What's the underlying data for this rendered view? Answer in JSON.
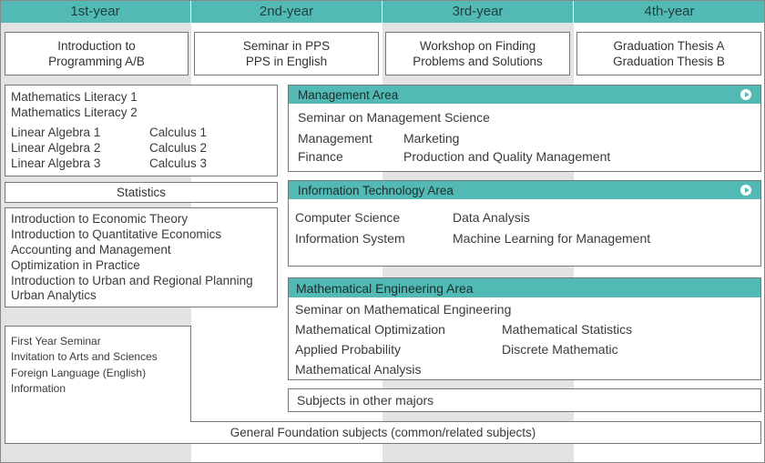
{
  "years": [
    "1st-year",
    "2nd-year",
    "3rd-year",
    "4th-year"
  ],
  "colors": {
    "header": "#52b9b4",
    "shade": "#e3e3e3",
    "border": "#777777"
  },
  "core": [
    [
      "Introduction to",
      "Programming A/B"
    ],
    [
      "Seminar in PPS",
      "PPS in English"
    ],
    [
      "Workshop on Finding",
      "Problems and Solutions"
    ],
    [
      "Graduation Thesis A",
      "Graduation Thesis B"
    ]
  ],
  "math_box": {
    "literacy": [
      "Mathematics Literacy 1",
      "Mathematics Literacy 2"
    ],
    "linear_algebra": [
      "Linear Algebra 1",
      "Linear Algebra 2",
      "Linear Algebra 3"
    ],
    "calculus": [
      "Calculus 1",
      "Calculus 2",
      "Calculus 3"
    ]
  },
  "statistics": "Statistics",
  "econ_list": [
    "Introduction to Economic Theory",
    "Introduction to Quantitative Economics",
    "Accounting and Management",
    "Optimization in Practice",
    "Introduction to Urban and Regional Planning",
    "Urban Analytics"
  ],
  "general_list": [
    "First Year Seminar",
    "Invitation to Arts and Sciences",
    "Foreign Language (English)",
    "Information"
  ],
  "management": {
    "title": "Management Area",
    "icon": "play-icon",
    "items": [
      "Seminar on Management Science",
      "Management",
      "Marketing",
      "Finance",
      "Production and Quality Management"
    ]
  },
  "it": {
    "title": "Information Technology Area",
    "icon": "play-icon",
    "items": [
      "Computer Science",
      "Data Analysis",
      "Information System",
      "Machine Learning for Management"
    ]
  },
  "math_eng": {
    "title": "Mathematical Engineering Area",
    "items": [
      "Seminar on Mathematical Engineering",
      "Mathematical Optimization",
      "Mathematical Statistics",
      "Applied Probability",
      "Discrete Mathematic",
      "Mathematical Analysis"
    ]
  },
  "other_majors": "Subjects in other majors",
  "general_foundation": "General Foundation subjects (common/related subjects)"
}
